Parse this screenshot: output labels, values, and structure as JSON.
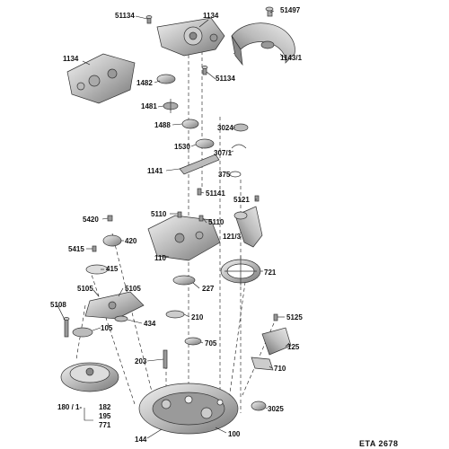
{
  "diagram": {
    "title": "ETA 2678",
    "labels": [
      "51134",
      "1134",
      "51497",
      "1143/1",
      "1134",
      "1482",
      "51134",
      "1481",
      "1488",
      "3024",
      "1530",
      "307/1",
      "1141",
      "375",
      "51141",
      "5121",
      "5420",
      "5110",
      "5110",
      "121/3",
      "420",
      "5415",
      "110",
      "415",
      "721",
      "5105",
      "5105",
      "227",
      "5108",
      "434",
      "210",
      "105",
      "5125",
      "705",
      "125",
      "203",
      "710",
      "180 / 1-",
      "182",
      "195",
      "771",
      "3025",
      "144",
      "100"
    ]
  }
}
